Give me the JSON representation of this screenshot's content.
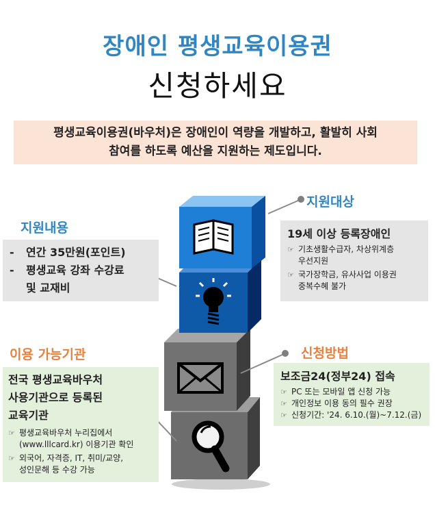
{
  "header": {
    "title_line1": "장애인 평생교육이용권",
    "title_line2": "신청하세요"
  },
  "intro": {
    "line1": "평생교육이용권(바우처)은 장애인이 역량을 개발하고, 활발히 사회",
    "line2": "참여를 하도록 예산을 지원하는 제도입니다."
  },
  "support_content": {
    "title": "지원내용",
    "items": [
      {
        "dash": "-",
        "text": "연간 35만원(포인트)"
      },
      {
        "dash": "-",
        "text": "평생교육 강좌 수강료"
      },
      {
        "dash": "",
        "text": "및 교재비"
      }
    ]
  },
  "support_target": {
    "title": "지원대상",
    "head": "19세 이상 등록장애인",
    "notes": [
      {
        "line1": "기초생활수급자, 차상위계층",
        "line2": "우선지원"
      },
      {
        "line1": "국가장학금, 유사사업 이용권",
        "line2": "중복수혜 불가"
      }
    ]
  },
  "institutions": {
    "title": "이용 가능기관",
    "head_lines": [
      "전국 평생교육바우처",
      "사용기관으로 등록된",
      "교육기관"
    ],
    "notes": [
      {
        "line1": "평생교육바우처 누리집에서",
        "line2": "(www.lllcard.kr) 이용기관 확인"
      },
      {
        "line1": "외국어, 자격증, IT, 취미/교양,",
        "line2": "성인문해 등 수강 가능"
      }
    ]
  },
  "application": {
    "title": "신청방법",
    "head": "보조금24(정부24) 접속",
    "notes": [
      "PC 또는 모바일 앱 신청 가능",
      "개인정보 이용 동의 필수 권장",
      "신청기간: '24. 6.10.(월)~7.12.(금)"
    ]
  },
  "icons": [
    "document-icon",
    "lightbulb-icon",
    "envelope-icon",
    "magnifier-icon"
  ],
  "colors": {
    "title_blue": "#2f86c3",
    "accent_orange": "#e8813d",
    "intro_bg": "#fbe4d6",
    "gray_box": "#e5e5e5",
    "green_box": "#e3f0dc",
    "cube_blue": "#1f7fd6",
    "cube_dark_blue": "#0f5aa8",
    "cube_gray": "#6d6d6d"
  }
}
